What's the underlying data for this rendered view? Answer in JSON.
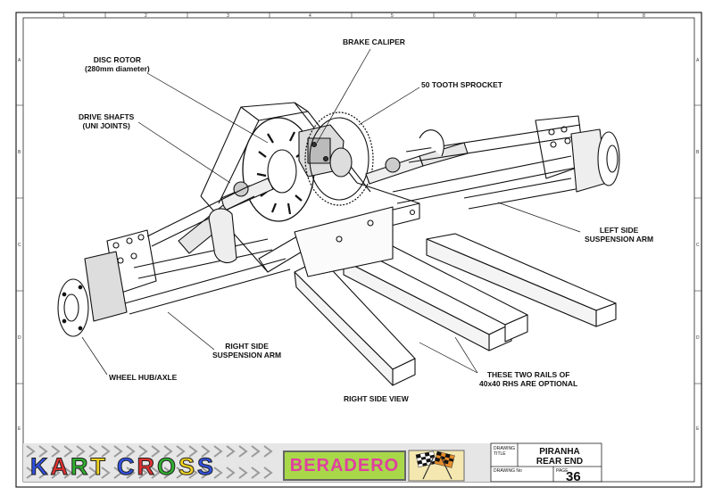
{
  "labels": {
    "disc_rotor_1": "DISC ROTOR",
    "disc_rotor_2": "(280mm diameter)",
    "brake_caliper": "BRAKE CALIPER",
    "sprocket": "50 TOOTH SPROCKET",
    "drive_shafts_1": "DRIVE SHAFTS",
    "drive_shafts_2": "(UNI JOINTS)",
    "left_arm_1": "LEFT SIDE",
    "left_arm_2": "SUSPENSION ARM",
    "right_arm_1": "RIGHT SIDE",
    "right_arm_2": "SUSPENSION ARM",
    "wheel_hub": "WHEEL HUB/AXLE",
    "rails_1": "THESE TWO RAILS OF",
    "rails_2": "40x40 RHS ARE OPTIONAL",
    "view": "RIGHT SIDE VIEW"
  },
  "title_block": {
    "drawing_title_caption_1": "DRAWING",
    "drawing_title_caption_2": "TITLE",
    "title_line_1": "PIRANHA",
    "title_line_2": "REAR END",
    "drawing_no_caption": "DRAWING No",
    "page_caption": "PAGE",
    "page_number": "36"
  },
  "logos": {
    "kart_cross": [
      "K",
      "A",
      "R",
      "T",
      " ",
      "C",
      "R",
      "O",
      "S",
      "S"
    ],
    "kart_cross_colors": [
      "#3050e0",
      "#e03030",
      "#30b030",
      "#f0d020",
      "#ffffff",
      "#3050e0",
      "#e03030",
      "#30b030",
      "#f0d020",
      "#3050e0"
    ],
    "beradero": "BERADERO"
  },
  "border_grid": {
    "top": [
      "1",
      "2",
      "3",
      "4",
      "5",
      "6",
      "7",
      "8"
    ],
    "side": [
      "A",
      "B",
      "C",
      "D",
      "E"
    ]
  }
}
